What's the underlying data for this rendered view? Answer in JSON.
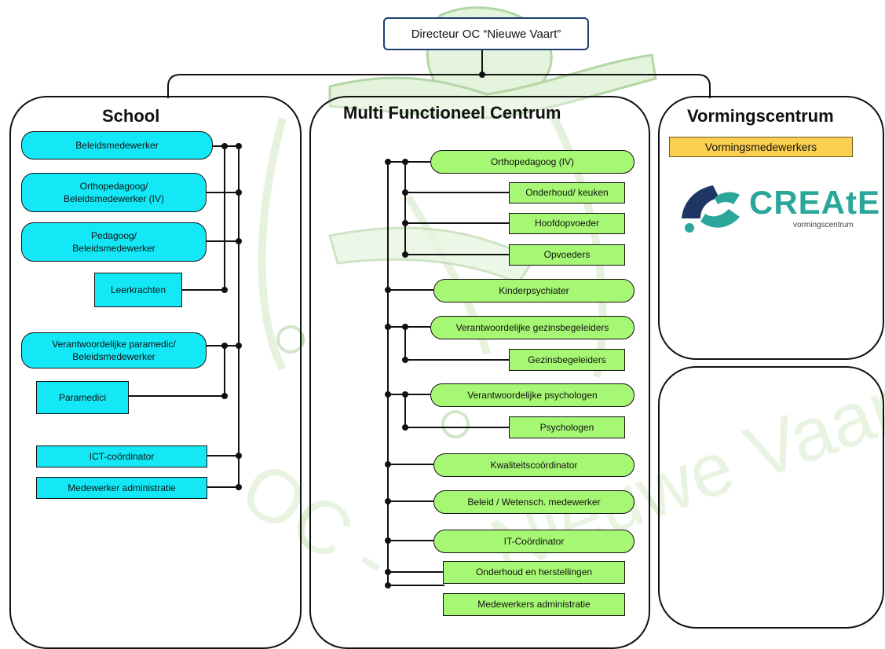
{
  "director": "Directeur OC “Nieuwe Vaart”",
  "watermark": {
    "text": "OC - Nieuwe Vaart",
    "color": "#8fbf72"
  },
  "colors": {
    "school_box": "#14e8f6",
    "mfc_box": "#a6f773",
    "vorming_box": "#fbd04f",
    "director_border": "#1c3f6e",
    "logo": "#2aa79a",
    "logo_dark": "#1f3563"
  },
  "school": {
    "title": "School",
    "items": {
      "beleid": "Beleidsmedewerker",
      "ortho": "Orthopedagoog/\nBeleidsmedewerker (IV)",
      "pedagoog": "Pedagoog/\nBeleidsmedewerker",
      "leerkrachten": "Leerkrachten",
      "para_resp": "Verantwoordelijke paramedic/\nBeleidsmedewerker",
      "paramedici": "Paramedici",
      "ict": "ICT-coördinator",
      "admin": "Medewerker administratie"
    }
  },
  "mfc": {
    "title": "Multi Functioneel Centrum",
    "items": {
      "ortho": "Orthopedagoog (IV)",
      "onderhoud_keuken": "Onderhoud/ keuken",
      "hoofdopvoeder": "Hoofdopvoeder",
      "opvoeders": "Opvoeders",
      "kinderpsychiater": "Kinderpsychiater",
      "resp_gezin": "Verantwoordelijke gezinsbegeleiders",
      "gezin": "Gezinsbegeleiders",
      "resp_psych": "Verantwoordelijke psychologen",
      "psychologen": "Psychologen",
      "kwaliteit": "Kwaliteitscoördinator",
      "beleid": "Beleid / Wetensch. medewerker",
      "it": "IT-Coördinator",
      "herstellingen": "Onderhoud en herstellingen",
      "admin": "Medewerkers administratie"
    }
  },
  "vorming": {
    "title": "Vormingscentrum",
    "staff": "Vormingsmedewerkers",
    "logo_word": "CREAtE",
    "logo_sub": "vormingscentrum"
  }
}
